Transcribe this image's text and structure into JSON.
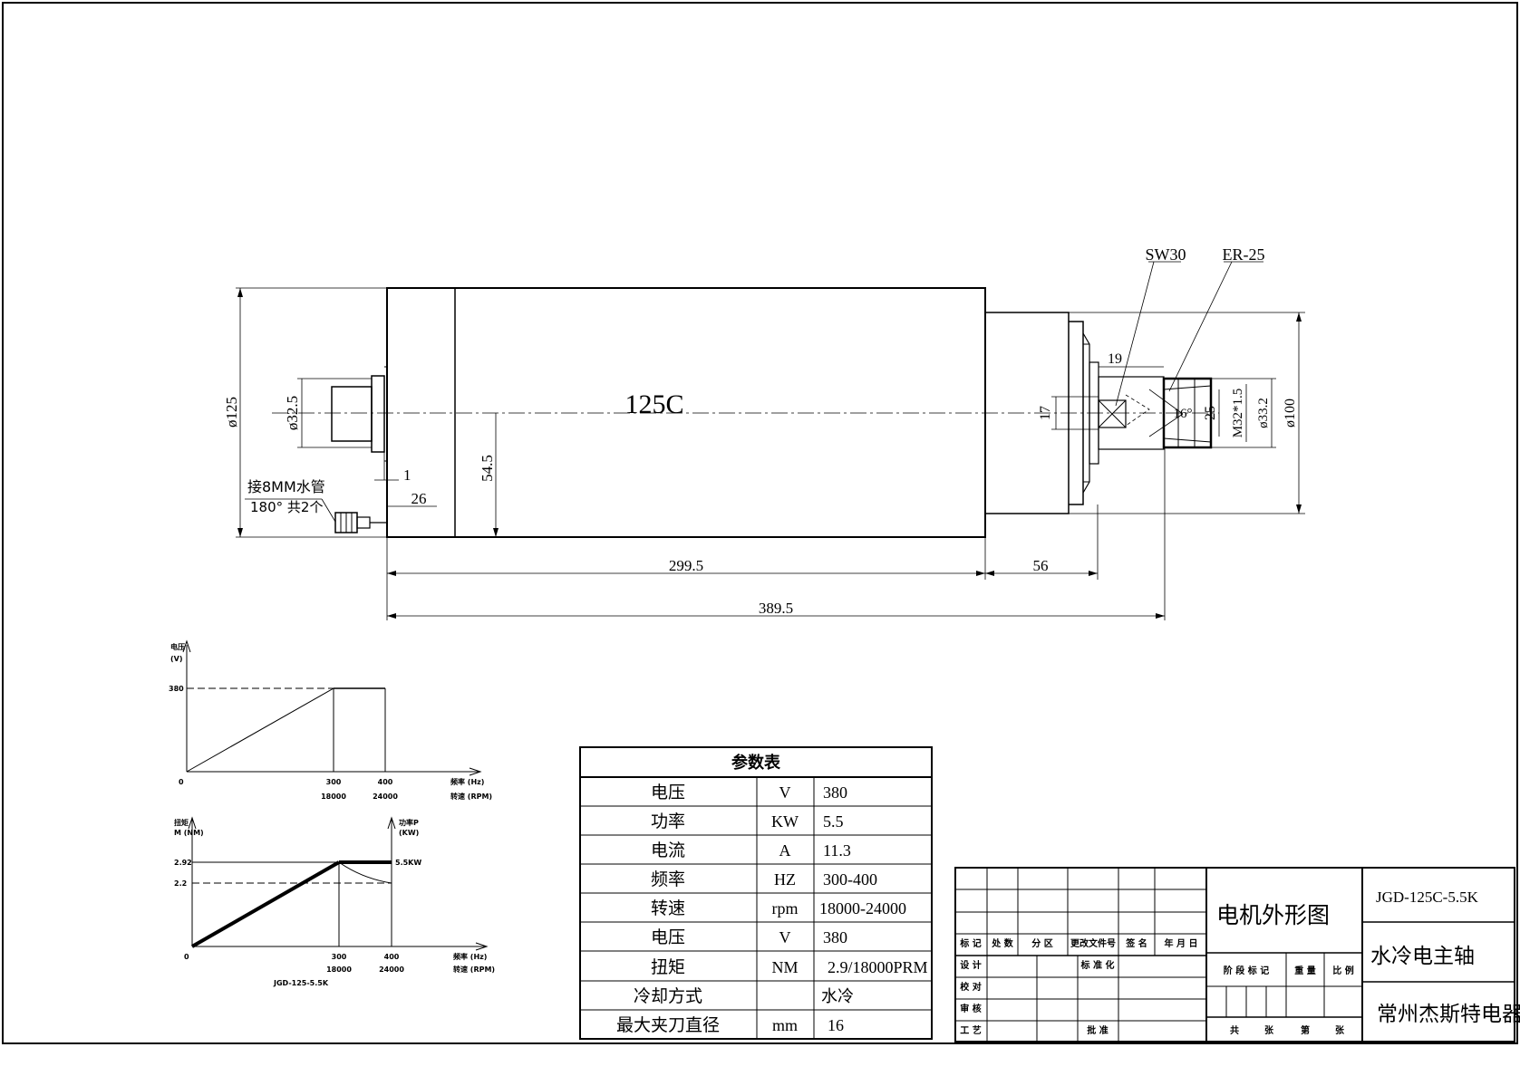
{
  "drawing": {
    "model_label": "125C",
    "callouts": {
      "sw": "SW30",
      "er": "ER-25"
    },
    "dims": {
      "body_dia": "ø125",
      "rear_dia": "ø32.5",
      "dim_1": "1",
      "dim_26": "26",
      "dim_54_5": "54.5",
      "dim_299_5": "299.5",
      "dim_56": "56",
      "dim_389_5": "389.5",
      "dim_19": "19",
      "dim_17": "17",
      "dim_16deg": "16°",
      "dim_25": "25",
      "thread": "M32*1.5",
      "dia_33_2": "ø33.2",
      "dia_100": "ø100"
    },
    "water_note_1": "接8MM水管",
    "water_note_2": "180° 共2个"
  },
  "chart_voltage": {
    "ylabel_1": "电压",
    "ylabel_2": "(V)",
    "y_tick": "380",
    "x_origin": "0",
    "x_tick_1_hz": "300",
    "x_tick_1_rpm": "18000",
    "x_tick_2_hz": "400",
    "x_tick_2_rpm": "24000",
    "xlabel_1": "频率 (Hz)",
    "xlabel_2": "转速 (RPM)"
  },
  "chart_torque": {
    "ylabel_1": "扭矩",
    "ylabel_2": "M (NM)",
    "y2label_1": "功率P",
    "y2label_2": "(KW)",
    "y_tick_1": "2.92",
    "y_tick_2": "2.2",
    "power_label": "5.5KW",
    "x_origin": "0",
    "x_tick_1_hz": "300",
    "x_tick_1_rpm": "18000",
    "x_tick_2_hz": "400",
    "x_tick_2_rpm": "24000",
    "xlabel_1": "频率 (Hz)",
    "xlabel_2": "转速 (RPM)",
    "caption": "JGD-125-5.5K"
  },
  "params": {
    "title": "参数表",
    "rows": [
      {
        "name": "电压",
        "unit": "V",
        "value": "380"
      },
      {
        "name": "功率",
        "unit": "KW",
        "value": "5.5"
      },
      {
        "name": "电流",
        "unit": "A",
        "value": "11.3"
      },
      {
        "name": "频率",
        "unit": "HZ",
        "value": "300-400"
      },
      {
        "name": "转速",
        "unit": "rpm",
        "value": "18000-24000"
      },
      {
        "name": "电压",
        "unit": "V",
        "value": "380"
      },
      {
        "name": "扭矩",
        "unit": "NM",
        "value": "2.9/18000PRM"
      },
      {
        "name": "冷却方式",
        "unit": "",
        "value": "水冷"
      },
      {
        "name": "最大夹刀直径",
        "unit": "mm",
        "value": "16"
      }
    ]
  },
  "title_block": {
    "drawing_name": "电机外形图",
    "model": "JGD-125C-5.5K",
    "product": "水冷电主轴",
    "company": "常州杰斯特电器",
    "rev_headers": [
      "标 记",
      "处 数",
      "分  区",
      "更改文件号",
      "签 名",
      "年 月 日"
    ],
    "role_design": "设 计",
    "role_std": "标 准 化",
    "role_check": "校 对",
    "role_review": "审 核",
    "role_process": "工 艺",
    "role_approve": "批 准",
    "stage_mark": "阶 段 标 记",
    "weight": "重 量",
    "scale": "比 例",
    "total": "共",
    "sheets_1": "张",
    "sheet_no": "第",
    "sheets_2": "张"
  }
}
